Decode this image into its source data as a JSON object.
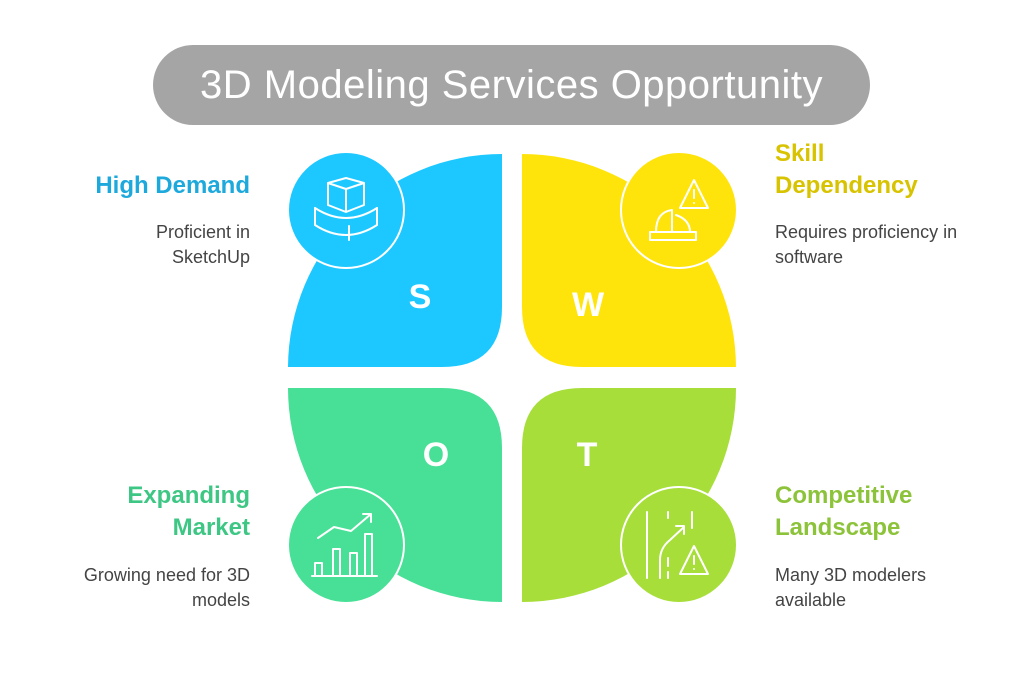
{
  "title": "3D Modeling Services Opportunity",
  "quadrants": [
    {
      "letter": "S",
      "heading": "High Demand",
      "description": "Proficient in SketchUp",
      "color": "#1cc8ff",
      "text_color": "#1ea9dc",
      "icon": "box-on-platform-icon"
    },
    {
      "letter": "W",
      "heading": "Skill Dependency",
      "description": "Requires proficiency in software",
      "color": "#ffe40c",
      "text_color": "#d8c300",
      "icon": "hardhat-warning-icon"
    },
    {
      "letter": "O",
      "heading": "Expanding Market",
      "description": "Growing need for 3D models",
      "color": "#48e096",
      "text_color": "#3ec784",
      "icon": "growth-chart-icon"
    },
    {
      "letter": "T",
      "heading": "Competitive Landscape",
      "description": "Many 3D modelers available",
      "color": "#a8de3a",
      "text_color": "#8cc33a",
      "icon": "road-warning-icon"
    }
  ]
}
